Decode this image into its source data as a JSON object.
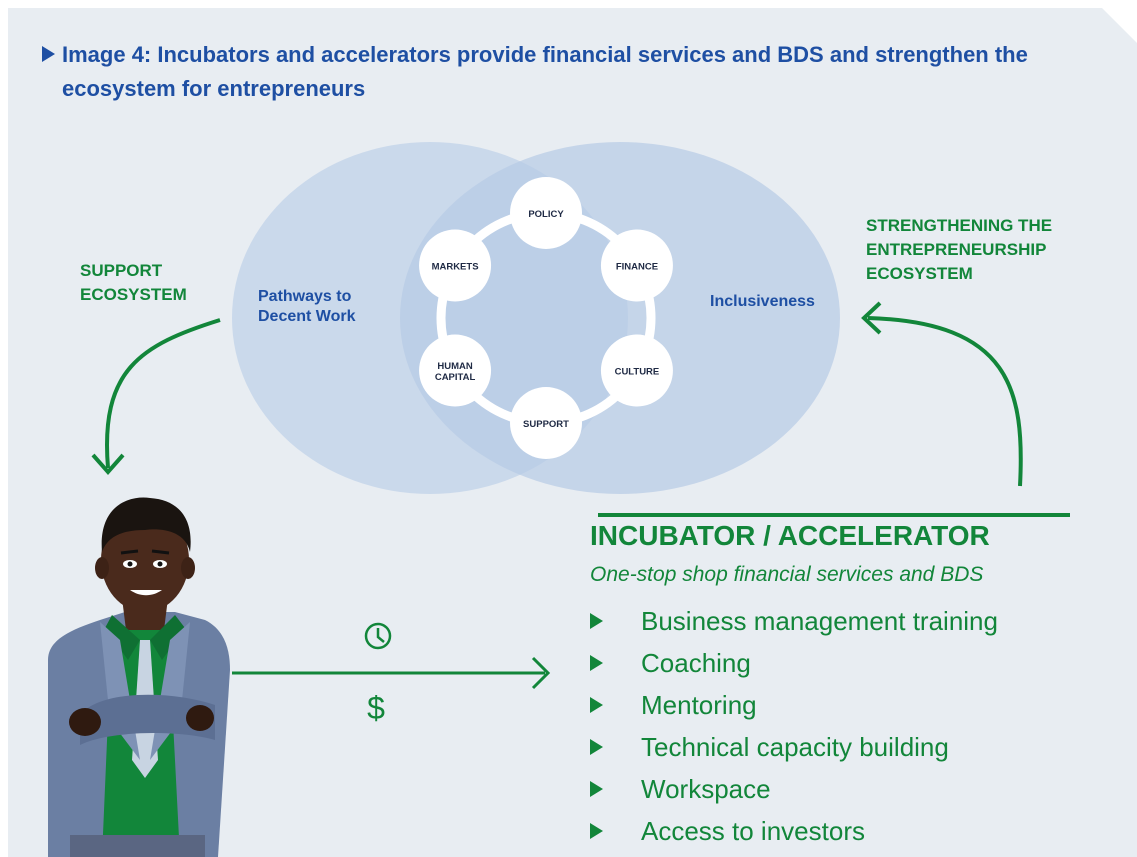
{
  "figure_title": "Image 4: Incubators and accelerators provide financial services and BDS and strengthen the ecosystem for entrepreneurs",
  "venn": {
    "left_label": "Pathways to Decent Work",
    "right_label": "Inclusiveness"
  },
  "ecosystem_nodes": [
    "POLICY",
    "FINANCE",
    "CULTURE",
    "SUPPORT",
    "HUMAN CAPITAL",
    "MARKETS"
  ],
  "arrows": {
    "left_label": "SUPPORT ECOSYSTEM",
    "right_label": "STRENGTHENING THE ENTREPRENEURSHIP ECOSYSTEM"
  },
  "flow": {
    "time_icon": "clock-icon",
    "money_symbol": "$"
  },
  "incubator": {
    "title": "INCUBATOR / ACCELERATOR",
    "subtitle": "One-stop shop financial services and BDS",
    "services": [
      "Business management training",
      "Coaching",
      "Mentoring",
      "Technical capacity building",
      "Workspace",
      "Access to investors"
    ]
  },
  "colors": {
    "green": "#12863a",
    "blue": "#1e4fa3",
    "background": "#e8edf2"
  }
}
